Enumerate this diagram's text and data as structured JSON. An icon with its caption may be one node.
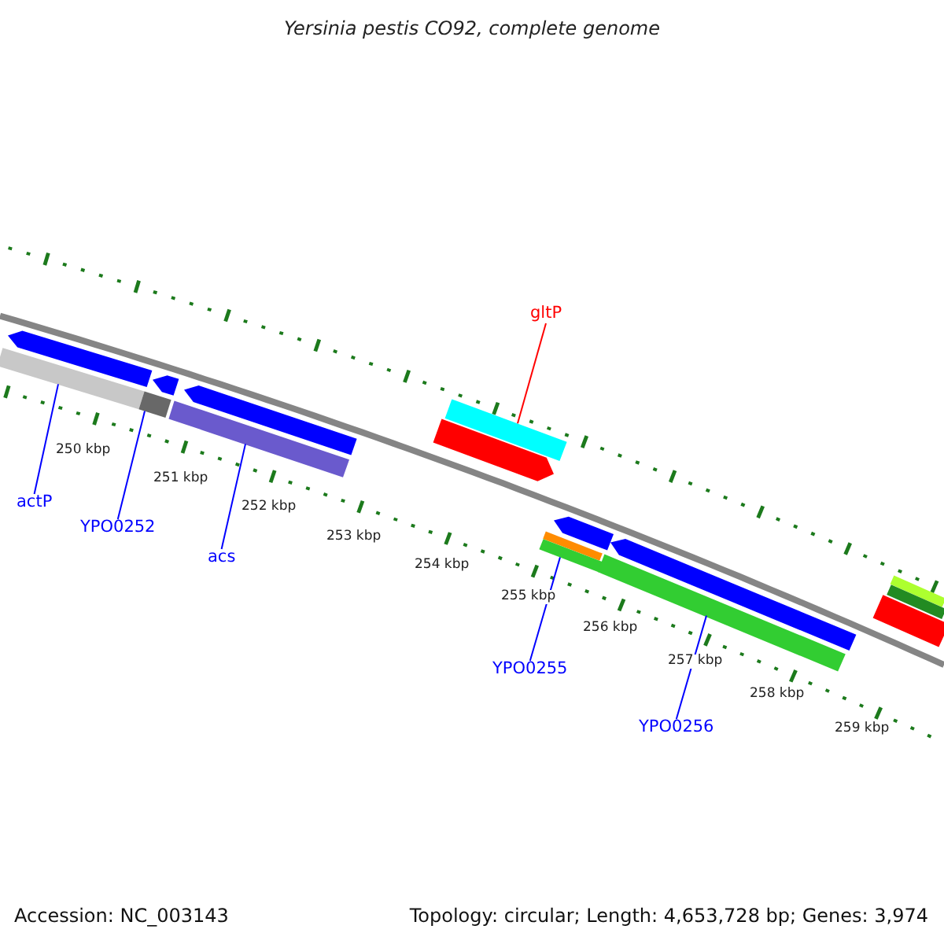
{
  "diagram": {
    "title": "Yersinia pestis CO92, complete genome",
    "nodes": [
      {
        "text": [
          "actP"
        ]
      },
      {
        "text": [
          "YPO0252"
        ]
      },
      {
        "text": [
          "acs"
        ]
      },
      {
        "text": [
          "gltP"
        ]
      },
      {
        "text": [
          "YPO0255"
        ]
      },
      {
        "text": [
          "YPO0256"
        ]
      },
      {
        "text": [],
        "shape": "arrow"
      },
      {
        "text": [],
        "shape": "bar"
      },
      {
        "text": [],
        "shape": "arrow"
      },
      {
        "text": [],
        "shape": "bar"
      },
      {
        "text": [],
        "shape": "arrow"
      },
      {
        "text": [],
        "shape": "bar"
      },
      {
        "text": [],
        "shape": "arrow"
      },
      {
        "text": [],
        "shape": "bar"
      },
      {
        "text": [],
        "shape": "arrow"
      },
      {
        "text": [],
        "shape": "bar"
      },
      {
        "text": [],
        "shape": "bar"
      },
      {
        "text": [],
        "shape": "arrow"
      },
      {
        "text": [],
        "shape": "bar"
      },
      {
        "text": [],
        "shape": "bar"
      },
      {
        "text": [],
        "shape": "bar"
      },
      {
        "text": [],
        "shape": "bar"
      }
    ],
    "edges": [
      {
        "from": 0,
        "to": 7,
        "arrow": "none"
      },
      {
        "from": 1,
        "to": 9,
        "arrow": "none"
      },
      {
        "from": 2,
        "to": 11,
        "arrow": "none"
      },
      {
        "from": 3,
        "to": 13,
        "arrow": "none",
        "color": "#ff0000"
      },
      {
        "from": 4,
        "to": 16,
        "arrow": "none"
      },
      {
        "from": 5,
        "to": 18,
        "arrow": "none"
      }
    ],
    "labels": [
      "250 kbp",
      "251 kbp",
      "252 kbp",
      "253 kbp",
      "254 kbp",
      "255 kbp",
      "256 kbp",
      "257 kbp",
      "258 kbp",
      "259 kbp",
      "Accession: NC_003143",
      "Topology: circular; Length: 4,653,728 bp; Genes: 3,974"
    ]
  }
}
